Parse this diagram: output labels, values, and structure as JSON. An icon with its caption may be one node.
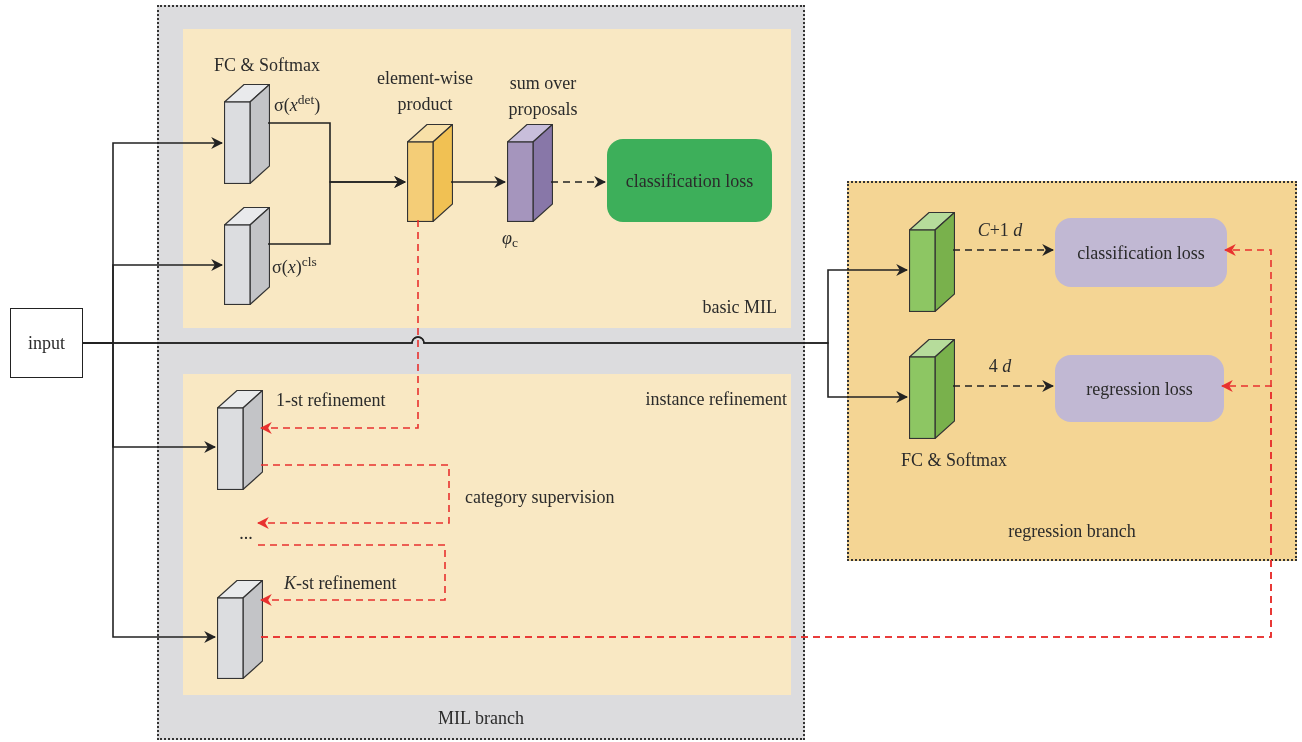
{
  "diagram": {
    "nodes": [
      {
        "text": [
          "input"
        ]
      },
      {
        "text": [
          "MIL branch"
        ]
      },
      {
        "text": [
          "basic MIL"
        ],
        "in": 1
      },
      {
        "text": [
          "FC & Softmax",
          "σ(*x*$^{det}$)"
        ],
        "in": 2
      },
      {
        "text": [],
        "shape": "box",
        "in": 2,
        "beside": [
          "σ(*x*)$^{cls}$"
        ]
      },
      {
        "text": [
          "element-wise product"
        ],
        "in": 2
      },
      {
        "text": [
          "sum over proposals"
        ],
        "in": 2,
        "beside": [
          "*φ*$_{c}$"
        ]
      },
      {
        "text": [
          "classification loss"
        ],
        "in": 2
      },
      {
        "text": [
          "instance refinement"
        ],
        "in": 1
      },
      {
        "text": [
          "1-st refinement"
        ],
        "in": 8
      },
      {
        "text": [
          "..."
        ],
        "in": 8
      },
      {
        "text": [
          "*K*-st refinement"
        ],
        "in": 8
      },
      {
        "text": [
          "regression branch"
        ]
      },
      {
        "text": [],
        "shape": "box",
        "in": 12
      },
      {
        "text": [
          "FC & Softmax"
        ],
        "in": 12
      },
      {
        "text": [
          "classification loss"
        ],
        "in": 12
      },
      {
        "text": [
          "regression loss"
        ],
        "in": 12
      }
    ],
    "edges": [
      {
        "from": 0,
        "to": 3,
        "arrow": "to"
      },
      {
        "from": 0,
        "to": 4,
        "arrow": "to"
      },
      {
        "from": 0,
        "to": 9,
        "arrow": "to"
      },
      {
        "from": 0,
        "to": 11,
        "arrow": "to"
      },
      {
        "from": 0,
        "to": 13,
        "arrow": "to"
      },
      {
        "from": 0,
        "to": 14,
        "arrow": "to"
      },
      {
        "from": 3,
        "to": 5,
        "arrow": "to"
      },
      {
        "from": 4,
        "to": 5,
        "arrow": "to"
      },
      {
        "from": 5,
        "to": 6,
        "arrow": "to"
      },
      {
        "from": 6,
        "to": 7,
        "arrow": "to",
        "style": "dashed"
      },
      {
        "from": 5,
        "to": 9,
        "arrow": "to",
        "style": "dashed",
        "color": "#e8312f"
      },
      {
        "from": 9,
        "to": 10,
        "arrow": "to",
        "style": "dashed",
        "color": "#e8312f",
        "label": "category supervision"
      },
      {
        "from": 10,
        "to": 11,
        "arrow": "to",
        "style": "dashed",
        "color": "#e8312f"
      },
      {
        "from": 11,
        "to": 15,
        "arrow": "to",
        "style": "dashed",
        "color": "#e8312f"
      },
      {
        "from": 11,
        "to": 16,
        "arrow": "to",
        "style": "dashed",
        "color": "#e8312f"
      },
      {
        "from": 13,
        "to": 15,
        "arrow": "to",
        "style": "dashed",
        "label": "*C*+1 *d*"
      },
      {
        "from": 14,
        "to": 16,
        "arrow": "to",
        "style": "dashed",
        "label": "4 *d*"
      }
    ]
  }
}
